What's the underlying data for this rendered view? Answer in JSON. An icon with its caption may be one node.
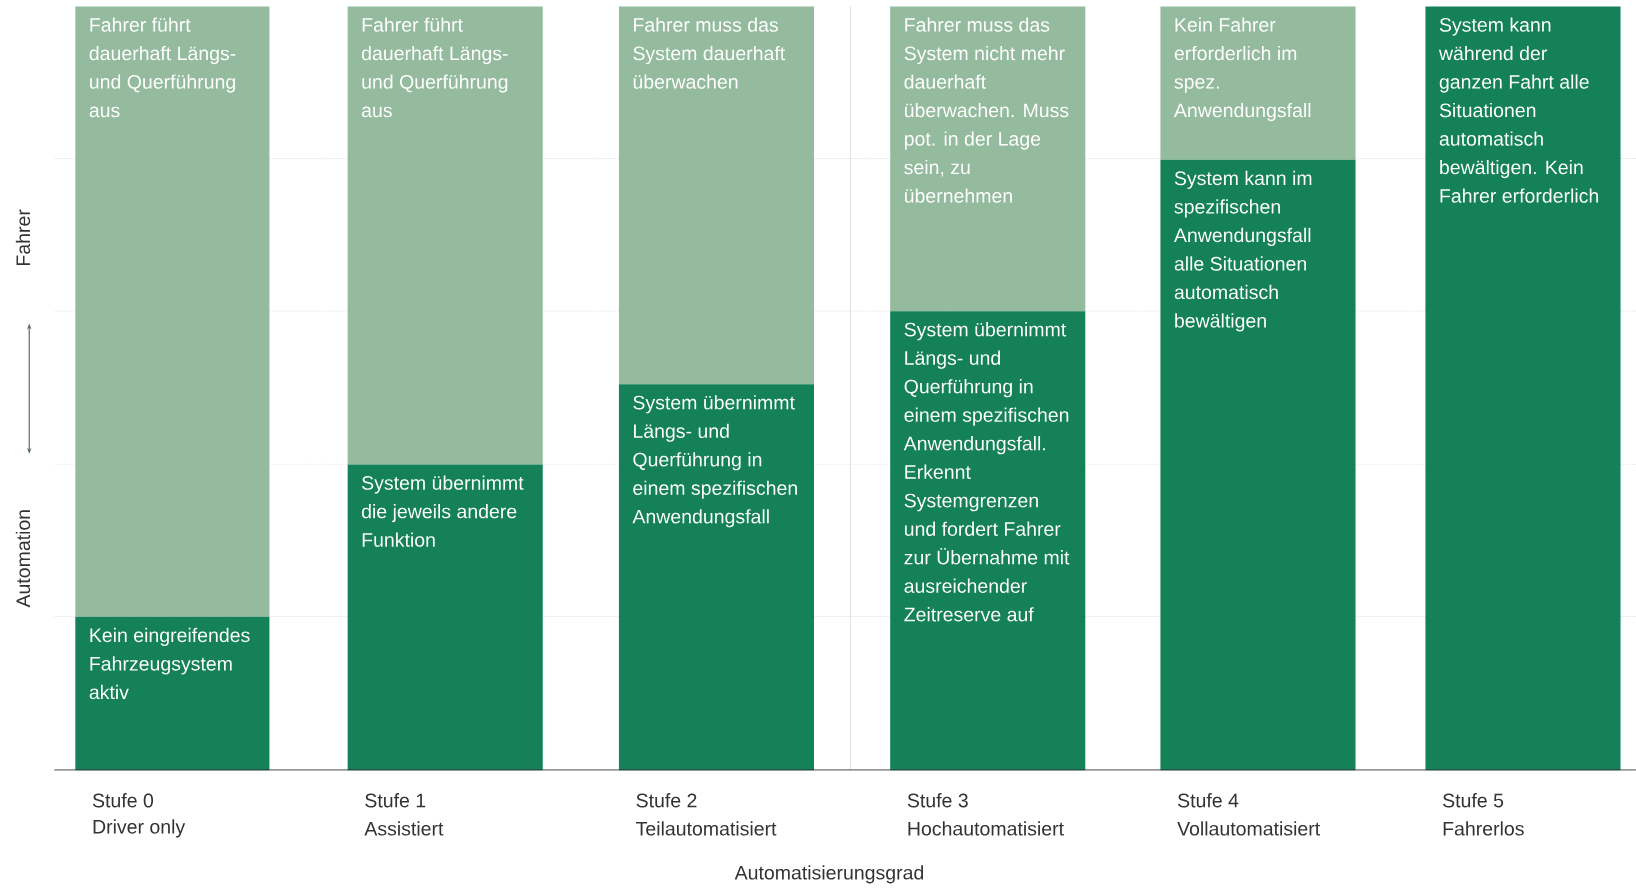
{
  "diagram": {
    "nodes": [
      {
        "text": [
          "Fahrer führt dauerhaft Längs- und Querführung aus"
        ]
      },
      {
        "text": [
          "Kein eingreifendes Fahrzeugsystem aktiv"
        ]
      },
      {
        "text": [
          "Fahrer führt dauerhaft Längs- und Querführung aus"
        ]
      },
      {
        "text": [
          "System übernimmt die jeweils andere Funktion"
        ]
      },
      {
        "text": [
          "Fahrer muss das System dauerhaft überwachen"
        ]
      },
      {
        "text": [
          "System übernimmt Längs- und Querführung in einem spezifischen Anwendungsfall"
        ]
      },
      {
        "text": [
          "Fahrer muss das System nicht mehr dauerhaft überwachen. Muss pot. in der Lage sein, zu übernehmen"
        ]
      },
      {
        "text": [
          "System übernimmt Längs- und Querführung in einem spezifischen Anwendungsfall. Erkennt Systemgrenzen und fordert Fahrer zur Übernahme mit ausreichender Zeitreserve auf"
        ]
      },
      {
        "text": [
          "Kein Fahrer erforderlich im spez. Anwendungsfall"
        ]
      },
      {
        "text": [
          "System kann im spezifischen Anwendungsfall alle Situationen automatisch bewältigen"
        ]
      },
      {
        "text": [
          "System kann während der ganzen Fahrt alle Situationen automatisch bewältigen. Kein Fahrer erforderlich"
        ]
      }
    ],
    "labels": [
      "Fahrer",
      "Automation",
      "Stufe 0",
      "Driver only",
      "Stufe 1",
      "Assistiert",
      "Stufe 2",
      "Teilautomatisiert",
      "Stufe 3",
      "Hochautomatisiert",
      "Stufe 4",
      "Vollautomatisiert",
      "Stufe 5",
      "Fahrerlos",
      "Automatisierungsgrad"
    ]
  }
}
